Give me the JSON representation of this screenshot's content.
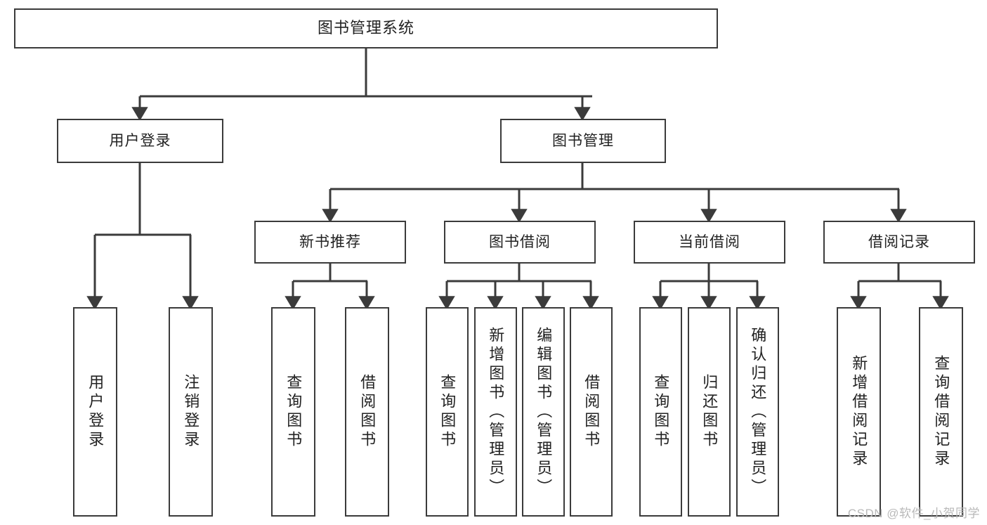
{
  "diagram": {
    "title": "图书管理系统",
    "type": "tree",
    "stroke_color": "#3b3b3b",
    "background_color": "#ffffff",
    "text_color": "#222222",
    "levels": [
      {
        "level": 1,
        "nodes": [
          {
            "id": "root",
            "label": "图书管理系统",
            "orientation": "horizontal"
          }
        ]
      },
      {
        "level": 2,
        "nodes": [
          {
            "id": "login",
            "label": "用户登录",
            "orientation": "horizontal",
            "parent": "root"
          },
          {
            "id": "bookmgmt",
            "label": "图书管理",
            "orientation": "horizontal",
            "parent": "root"
          }
        ]
      },
      {
        "level": 3,
        "nodes": [
          {
            "id": "newbook",
            "label": "新书推荐",
            "orientation": "horizontal",
            "parent": "bookmgmt"
          },
          {
            "id": "borrow",
            "label": "图书借阅",
            "orientation": "horizontal",
            "parent": "bookmgmt"
          },
          {
            "id": "current",
            "label": "当前借阅",
            "orientation": "horizontal",
            "parent": "bookmgmt"
          },
          {
            "id": "records",
            "label": "借阅记录",
            "orientation": "horizontal",
            "parent": "bookmgmt"
          }
        ]
      },
      {
        "level": 4,
        "nodes": [
          {
            "id": "leaf1",
            "label": "用户登录",
            "orientation": "vertical",
            "parent": "login"
          },
          {
            "id": "leaf2",
            "label": "注销登录",
            "orientation": "vertical",
            "parent": "login"
          },
          {
            "id": "leaf3",
            "label": "查询图书",
            "orientation": "vertical",
            "parent": "newbook"
          },
          {
            "id": "leaf4",
            "label": "借阅图书",
            "orientation": "vertical",
            "parent": "newbook"
          },
          {
            "id": "leaf5",
            "label": "查询图书",
            "orientation": "vertical",
            "parent": "borrow"
          },
          {
            "id": "leaf6",
            "label": "新增图书（管理员）",
            "orientation": "vertical",
            "parent": "borrow"
          },
          {
            "id": "leaf7",
            "label": "编辑图书（管理员）",
            "orientation": "vertical",
            "parent": "borrow"
          },
          {
            "id": "leaf8",
            "label": "借阅图书",
            "orientation": "vertical",
            "parent": "borrow"
          },
          {
            "id": "leaf9",
            "label": "查询图书",
            "orientation": "vertical",
            "parent": "current"
          },
          {
            "id": "leaf10",
            "label": "归还图书",
            "orientation": "vertical",
            "parent": "current"
          },
          {
            "id": "leaf11",
            "label": "确认归还（管理员）",
            "orientation": "vertical",
            "parent": "current"
          },
          {
            "id": "leaf12",
            "label": "新增借阅记录",
            "orientation": "vertical",
            "parent": "records"
          },
          {
            "id": "leaf13",
            "label": "查询借阅记录",
            "orientation": "vertical",
            "parent": "records"
          }
        ]
      }
    ]
  },
  "watermark": {
    "text": "CSDN @软件_小贺同学"
  }
}
